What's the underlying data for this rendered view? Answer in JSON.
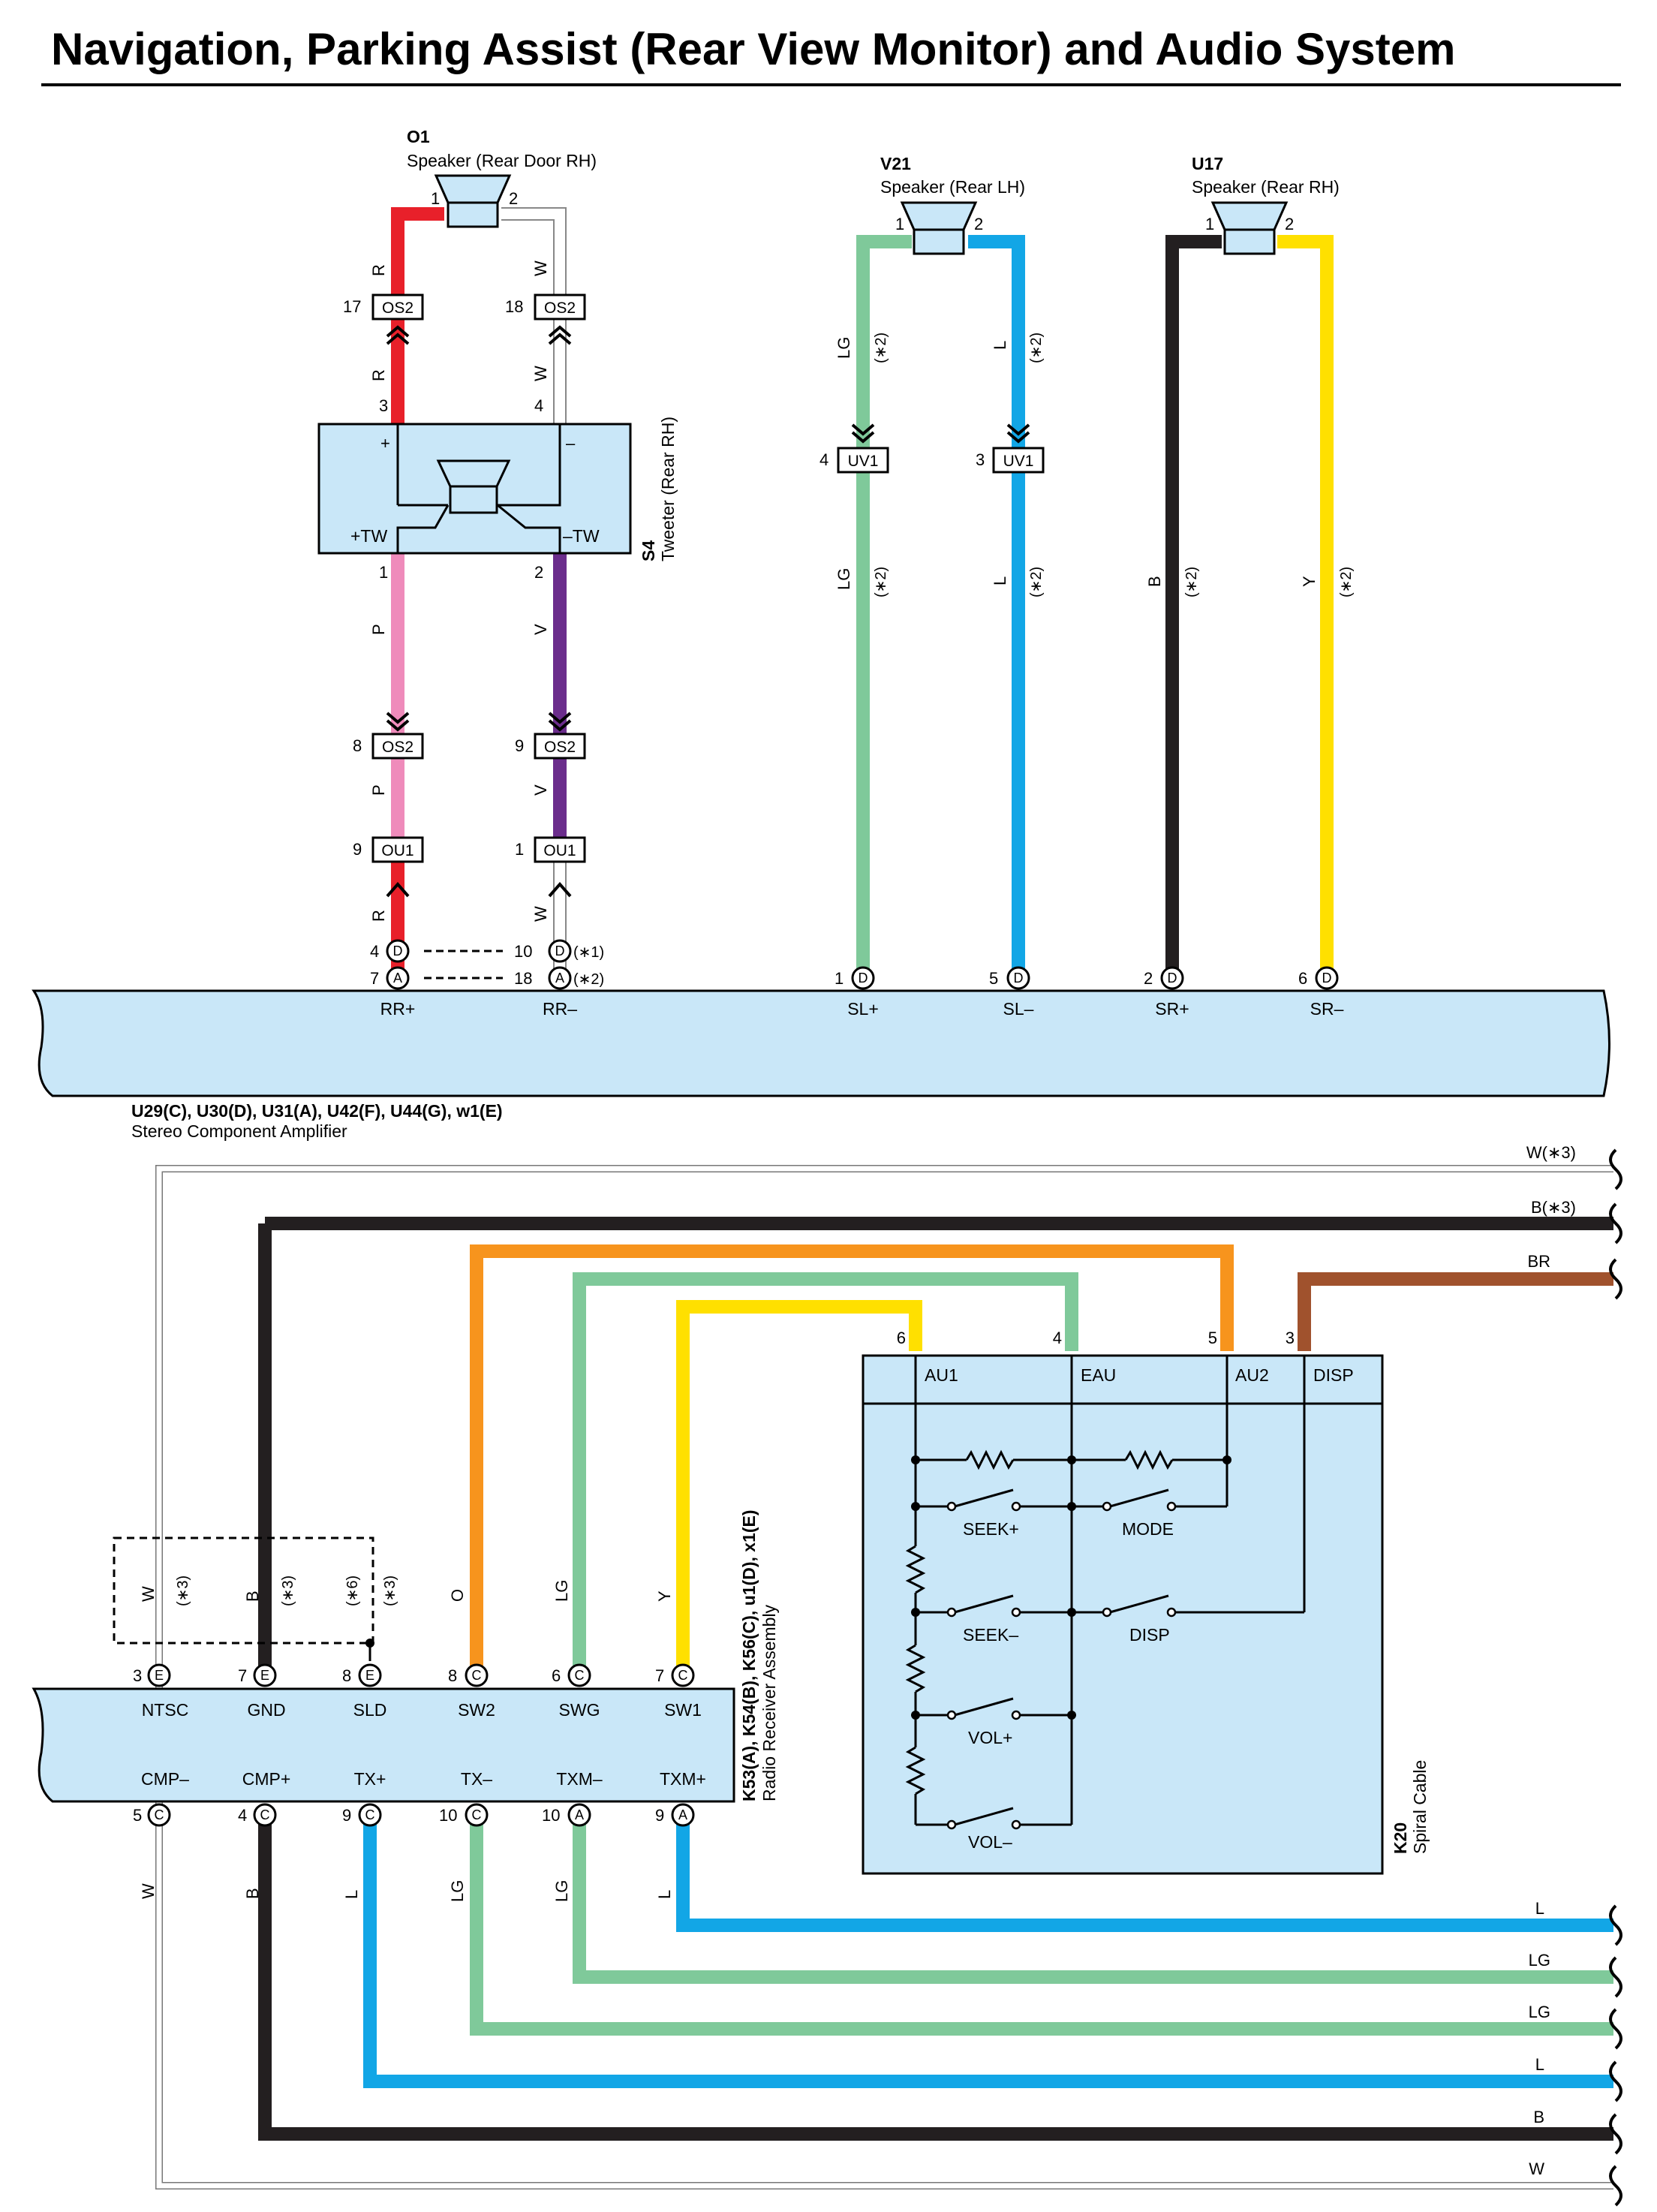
{
  "title": "Navigation, Parking Assist (Rear View Monitor) and Audio System",
  "colors": {
    "R": "#e8202a",
    "W": "#ffffff",
    "P": "#ef8bbb",
    "V": "#6b2d8c",
    "LG": "#7fc99a",
    "L": "#12a6e6",
    "B": "#231f20",
    "Y": "#ffe000",
    "O": "#f7941d",
    "BR": "#a0522d",
    "component_fill": "#c9e7f8"
  },
  "components": {
    "o1": {
      "code": "O1",
      "name": "Speaker (Rear Door RH)",
      "pin1": "1",
      "pin2": "2"
    },
    "v21": {
      "code": "V21",
      "name": "Speaker (Rear LH)",
      "pin1": "1",
      "pin2": "2"
    },
    "u17": {
      "code": "U17",
      "name": "Speaker (Rear RH)",
      "pin1": "1",
      "pin2": "2"
    },
    "s4": {
      "code": "S4",
      "name": "Tweeter (Rear RH)",
      "pin_plus": "+",
      "pin_minus": "–",
      "pin_tw_plus": "+TW",
      "pin_tw_minus": "–TW",
      "pin3": "3",
      "pin4": "4",
      "pin1": "1",
      "pin2": "2"
    },
    "amp": {
      "codes": "U29(C), U30(D), U31(A), U42(F), U44(G), w1(E)",
      "name": "Stereo Component Amplifier",
      "terminals": [
        "RR+",
        "RR–",
        "SL+",
        "SL–",
        "SR+",
        "SR–"
      ]
    },
    "radio": {
      "codes": "K53(A), K54(B), K56(C), u1(D), x1(E)",
      "name": "Radio Receiver Assembly",
      "top_terminals": [
        "NTSC",
        "GND",
        "SLD",
        "SW2",
        "SWG",
        "SW1"
      ],
      "bottom_terminals": [
        "CMP–",
        "CMP+",
        "TX+",
        "TX–",
        "TXM–",
        "TXM+"
      ]
    },
    "k20": {
      "code": "K20",
      "name": "Spiral Cable",
      "header": [
        "AU1",
        "EAU",
        "AU2",
        "DISP"
      ],
      "header_pins": [
        "6",
        "4",
        "5",
        "3"
      ],
      "switches": [
        "SEEK+",
        "MODE",
        "SEEK–",
        "DISP",
        "VOL+",
        "VOL–"
      ]
    }
  },
  "connectors": {
    "os2_17": {
      "pin": "17",
      "code": "OS2"
    },
    "os2_18": {
      "pin": "18",
      "code": "OS2"
    },
    "os2_8": {
      "pin": "8",
      "code": "OS2"
    },
    "os2_9": {
      "pin": "9",
      "code": "OS2"
    },
    "ou1_9": {
      "pin": "9",
      "code": "OU1"
    },
    "ou1_1": {
      "pin": "1",
      "code": "OU1"
    },
    "uv1_4": {
      "pin": "4",
      "code": "UV1"
    },
    "uv1_3": {
      "pin": "3",
      "code": "UV1"
    }
  },
  "amp_pins": {
    "rr_plus_d": {
      "pin": "4",
      "conn": "D"
    },
    "rr_plus_a": {
      "pin": "7",
      "conn": "A"
    },
    "rr_minus_d": {
      "pin": "10",
      "conn": "D",
      "note": "(∗1)"
    },
    "rr_minus_a": {
      "pin": "18",
      "conn": "A",
      "note": "(∗2)"
    },
    "sl_plus": {
      "pin": "1",
      "conn": "D"
    },
    "sl_minus": {
      "pin": "5",
      "conn": "D"
    },
    "sr_plus": {
      "pin": "2",
      "conn": "D"
    },
    "sr_minus": {
      "pin": "6",
      "conn": "D"
    }
  },
  "radio_pins": {
    "ntsc": {
      "pin": "3",
      "conn": "E"
    },
    "gnd": {
      "pin": "7",
      "conn": "E"
    },
    "sld": {
      "pin": "8",
      "conn": "E"
    },
    "sw2": {
      "pin": "8",
      "conn": "C"
    },
    "swg": {
      "pin": "6",
      "conn": "C"
    },
    "sw1": {
      "pin": "7",
      "conn": "C"
    },
    "cmp_minus": {
      "pin": "5",
      "conn": "C"
    },
    "cmp_plus": {
      "pin": "4",
      "conn": "C"
    },
    "tx_plus": {
      "pin": "9",
      "conn": "C"
    },
    "tx_minus": {
      "pin": "10",
      "conn": "C"
    },
    "txm_minus": {
      "pin": "10",
      "conn": "A"
    },
    "txm_plus": {
      "pin": "9",
      "conn": "A"
    }
  },
  "wire_labels": {
    "r": "R",
    "w": "W",
    "p": "P",
    "v": "V",
    "lg": "LG",
    "l": "L",
    "b": "B",
    "y": "Y",
    "o": "O",
    "note2": "(∗2)",
    "note3": "(∗3)",
    "note6": "(∗6)"
  },
  "harness_labels": {
    "w_note3": "W(∗3)",
    "b_note3": "B(∗3)",
    "br": "BR",
    "l": "L",
    "lg": "LG",
    "b": "B",
    "w": "W"
  }
}
